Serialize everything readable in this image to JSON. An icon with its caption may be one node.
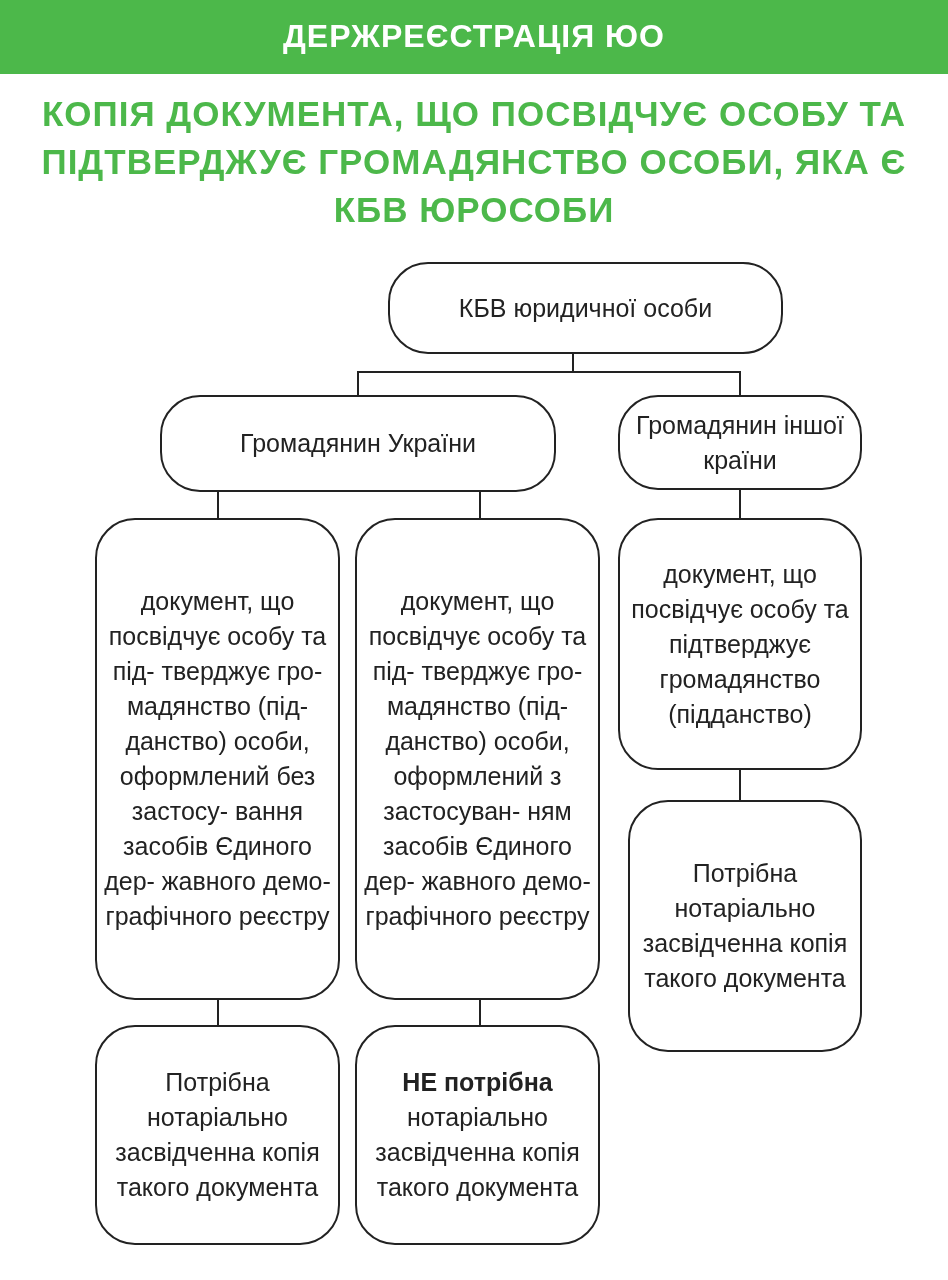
{
  "diagram": {
    "title": "КОПІЯ ДОКУМЕНТА, ЩО ПОСВІДЧУЄ ОСОБУ ТА ПІДТВЕРДЖУЄ ГРОМАДЯНСТВО ОСОБИ, ЯКА Є КБВ ЮРОСОБИ",
    "labels": [
      "ДЕРЖРЕЄСТРАЦІЯ ЮО"
    ],
    "nodes": [
      {
        "text": [
          "КБВ юридичної особи"
        ]
      },
      {
        "text": [
          "Громадянин України"
        ]
      },
      {
        "text": [
          "Громадянин іншої країни"
        ]
      },
      {
        "text": [
          "документ, що посвідчує особу та під- тверджує гро- мадянство (під- данство) особи, оформлений без застосу- вання засобів Єдиного дер- жавного демо- графічного реєстру"
        ]
      },
      {
        "text": [
          "документ, що посвідчує особу та під- тверджує гро- мадянство (під- данство) особи, оформлений з застосуван- ням засобів Єдиного дер- жавного демо- графічного реєстру"
        ]
      },
      {
        "text": [
          "документ, що посвідчує особу та підтверджує громадянство (підданство)"
        ]
      },
      {
        "text": [
          "Потрібна нотаріально засвідченна копія такого документа"
        ]
      },
      {
        "text": [
          "**НЕ потрібна** нотаріально засвідченна копія такого документа"
        ]
      },
      {
        "text": [
          "Потрібна нотаріально засвідченна копія такого документа"
        ]
      }
    ],
    "edges": [
      {
        "from": 0,
        "to": 1,
        "arrow": "none"
      },
      {
        "from": 0,
        "to": 2,
        "arrow": "none"
      },
      {
        "from": 1,
        "to": 3,
        "arrow": "none"
      },
      {
        "from": 1,
        "to": 4,
        "arrow": "none"
      },
      {
        "from": 2,
        "to": 5,
        "arrow": "none"
      },
      {
        "from": 3,
        "to": 6,
        "arrow": "none"
      },
      {
        "from": 4,
        "to": 7,
        "arrow": "none"
      },
      {
        "from": 5,
        "to": 8,
        "arrow": "none"
      }
    ]
  }
}
